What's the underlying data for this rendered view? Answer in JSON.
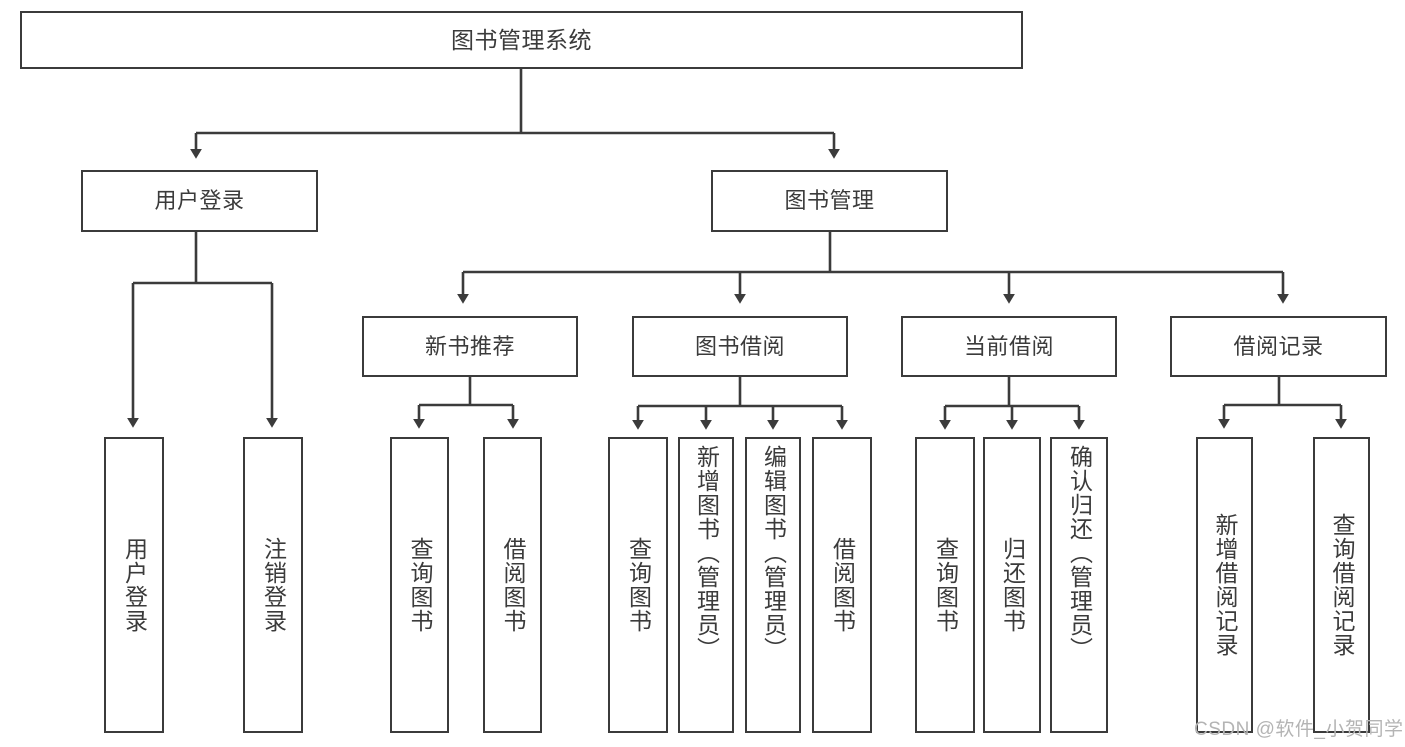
{
  "diagram": {
    "type": "tree-hierarchy-chart",
    "title": "图书管理系统",
    "stroke_color": "#3b3b3b",
    "text_color": "#3b3b3b",
    "background_color": "#ffffff",
    "watermark": "CSDN @软件_小贺同学",
    "watermark_color": "#b4b4b4",
    "nodes": {
      "root": {
        "label": "图书管理系统",
        "level": 0
      },
      "user_login": {
        "label": "用户登录",
        "level": 1
      },
      "book_manage": {
        "label": "图书管理",
        "level": 1
      },
      "new_book_rec": {
        "label": "新书推荐",
        "level": 2
      },
      "book_borrow": {
        "label": "图书借阅",
        "level": 2
      },
      "current_borrow": {
        "label": "当前借阅",
        "level": 2
      },
      "borrow_record": {
        "label": "借阅记录",
        "level": 2
      },
      "leaf_user_login": {
        "label": "用户登录",
        "level": 2
      },
      "leaf_logout": {
        "label": "注销登录",
        "level": 2
      },
      "leaf_query_book_1": {
        "label": "查询图书",
        "level": 3
      },
      "leaf_borrow_book_1": {
        "label": "借阅图书",
        "level": 3
      },
      "leaf_query_book_2": {
        "label": "查询图书",
        "level": 3
      },
      "leaf_add_book": {
        "label": "新增图书（管理员）",
        "level": 3
      },
      "leaf_edit_book": {
        "label": "编辑图书（管理员）",
        "level": 3
      },
      "leaf_borrow_book_2": {
        "label": "借阅图书",
        "level": 3
      },
      "leaf_query_book_3": {
        "label": "查询图书",
        "level": 3
      },
      "leaf_return_book": {
        "label": "归还图书",
        "level": 3
      },
      "leaf_confirm_return": {
        "label": "确认归还（管理员）",
        "level": 3
      },
      "leaf_add_record": {
        "label": "新增借阅记录",
        "level": 3
      },
      "leaf_query_record": {
        "label": "查询借阅记录",
        "level": 3
      }
    },
    "edges": [
      {
        "from": "root",
        "to": "user_login"
      },
      {
        "from": "root",
        "to": "book_manage"
      },
      {
        "from": "user_login",
        "to": "leaf_user_login"
      },
      {
        "from": "user_login",
        "to": "leaf_logout"
      },
      {
        "from": "book_manage",
        "to": "new_book_rec"
      },
      {
        "from": "book_manage",
        "to": "book_borrow"
      },
      {
        "from": "book_manage",
        "to": "current_borrow"
      },
      {
        "from": "book_manage",
        "to": "borrow_record"
      },
      {
        "from": "new_book_rec",
        "to": "leaf_query_book_1"
      },
      {
        "from": "new_book_rec",
        "to": "leaf_borrow_book_1"
      },
      {
        "from": "book_borrow",
        "to": "leaf_query_book_2"
      },
      {
        "from": "book_borrow",
        "to": "leaf_add_book"
      },
      {
        "from": "book_borrow",
        "to": "leaf_edit_book"
      },
      {
        "from": "book_borrow",
        "to": "leaf_borrow_book_2"
      },
      {
        "from": "current_borrow",
        "to": "leaf_query_book_3"
      },
      {
        "from": "current_borrow",
        "to": "leaf_return_book"
      },
      {
        "from": "current_borrow",
        "to": "leaf_confirm_return"
      },
      {
        "from": "borrow_record",
        "to": "leaf_add_record"
      },
      {
        "from": "borrow_record",
        "to": "leaf_query_record"
      }
    ]
  }
}
